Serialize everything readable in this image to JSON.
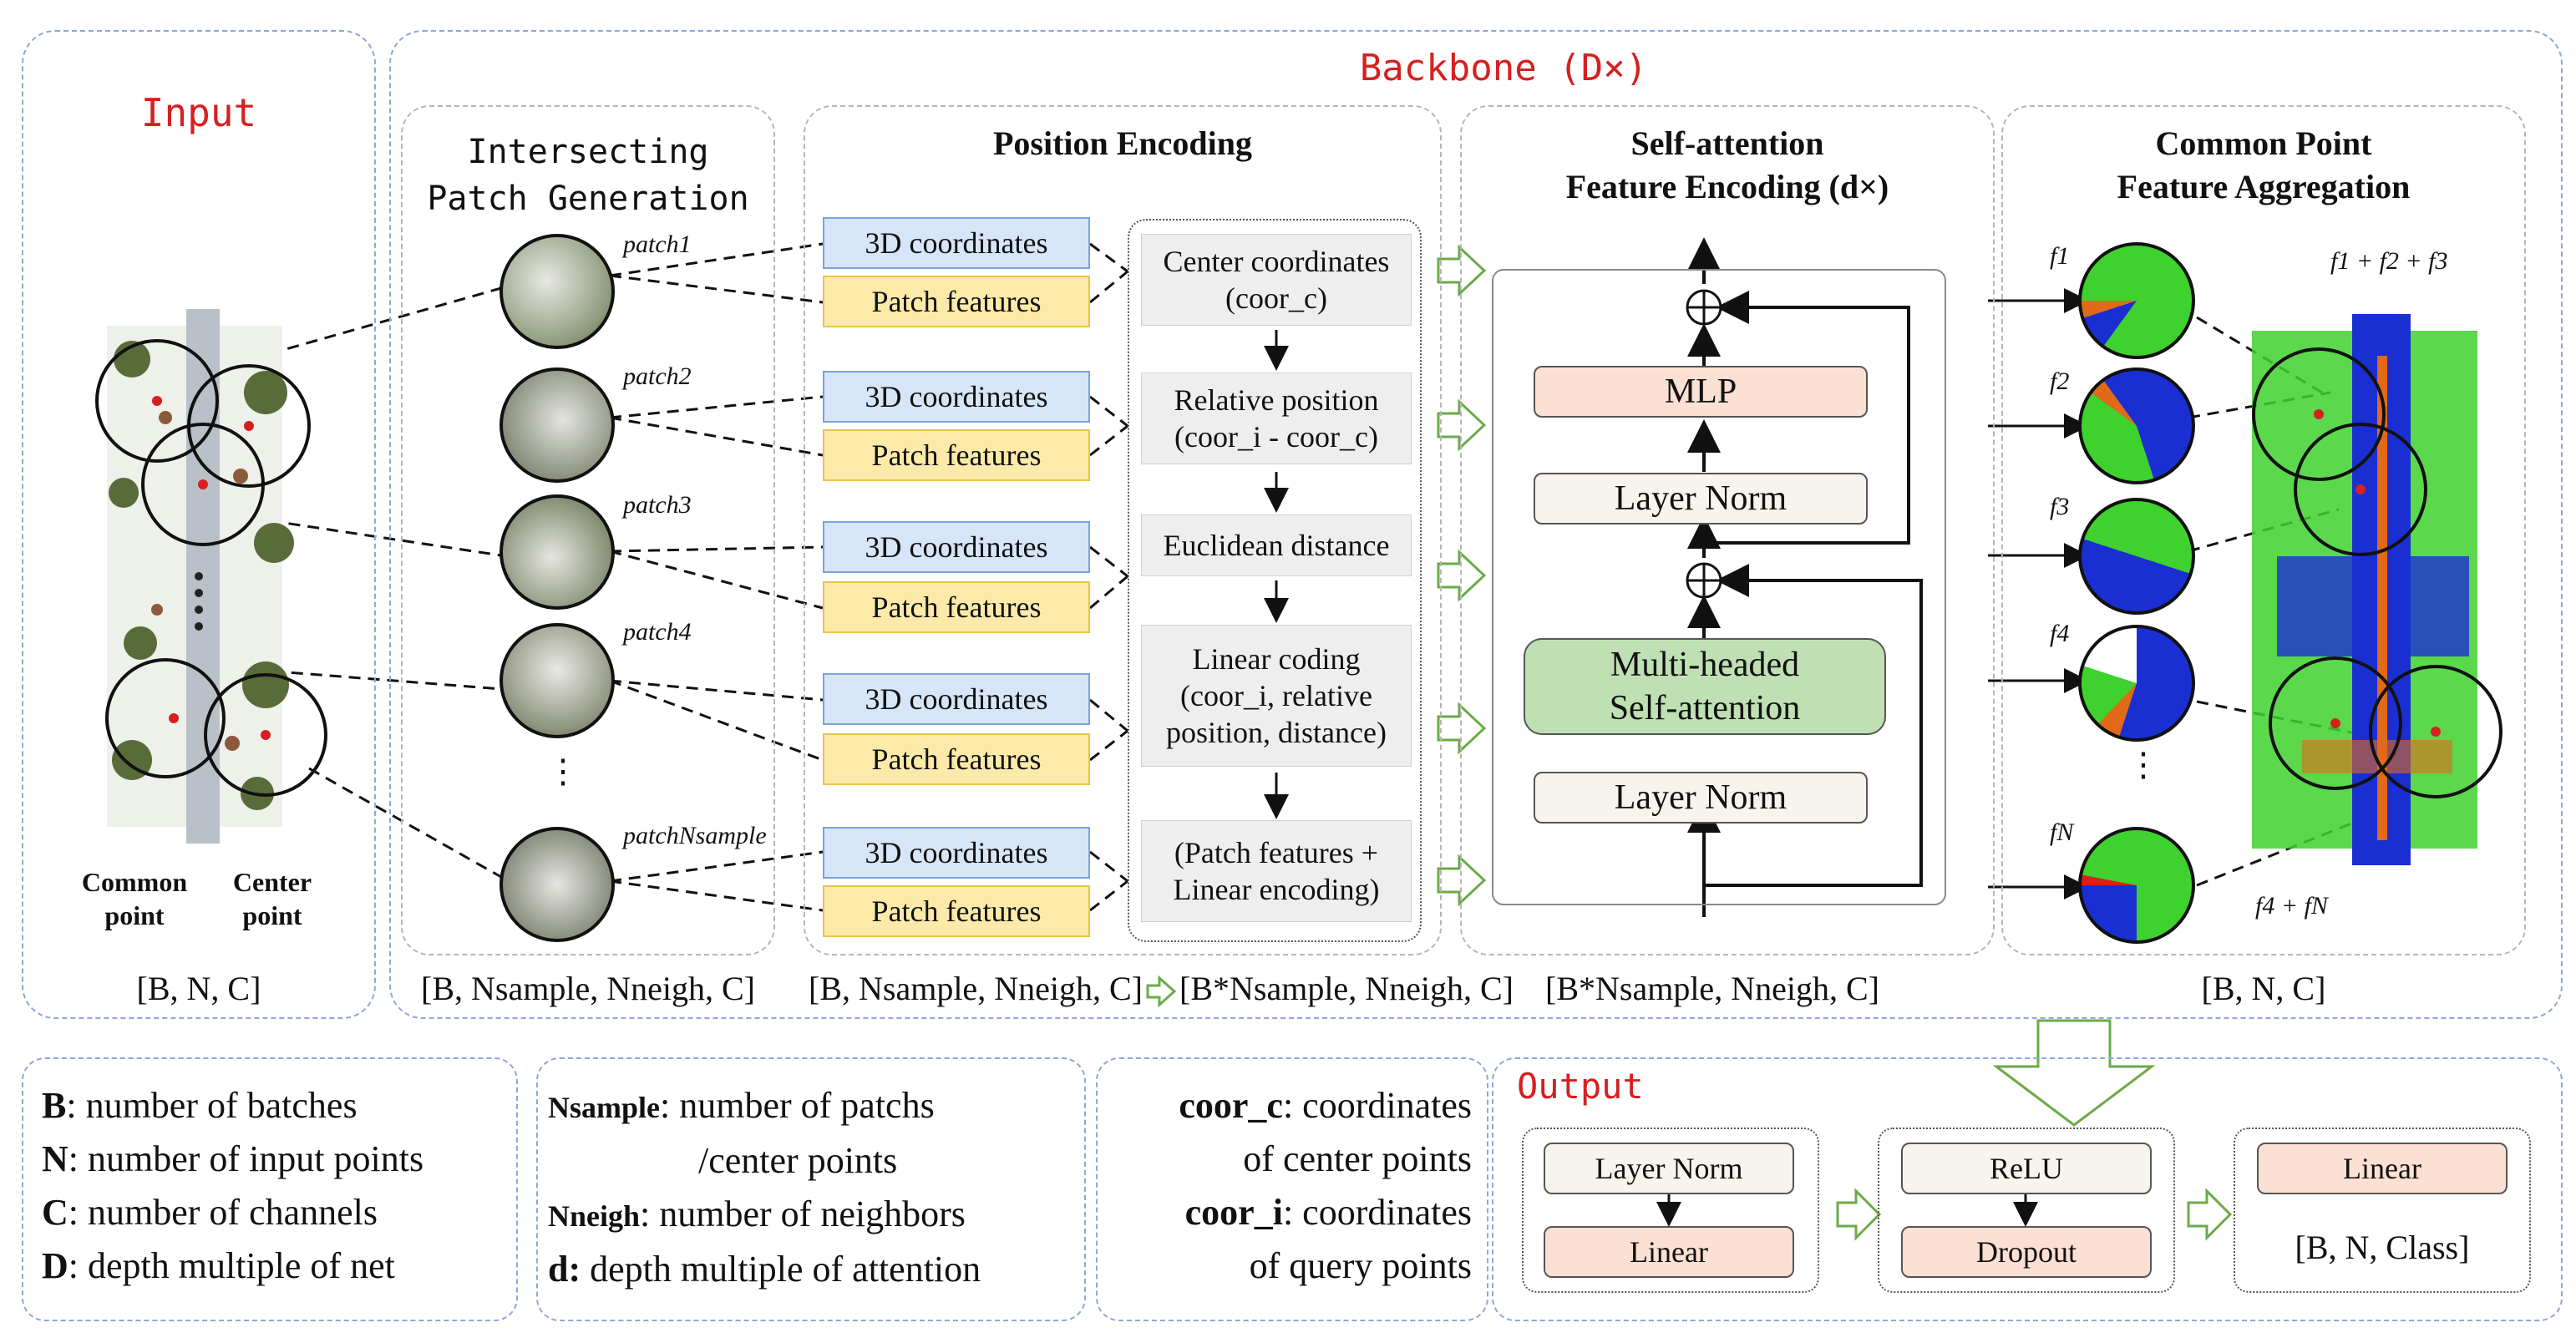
{
  "input": {
    "title": "Input",
    "common_point": "Common\npoint",
    "center_point": "Center\npoint",
    "dim": "[B, N, C]"
  },
  "backbone": {
    "title": "Backbone (D×)"
  },
  "patch_gen": {
    "title": "Intersecting\nPatch Generation",
    "patches": [
      "patch1",
      "patch2",
      "patch3",
      "patch4",
      "patchNsample"
    ],
    "ellipsis": "⋮",
    "dim": "[B, Nsample, Nneigh, C]"
  },
  "pos_enc": {
    "title": "Position Encoding",
    "coord_label": "3D coordinates",
    "feat_label": "Patch features",
    "steps": [
      "Center coordinates\n(coor_c)",
      "Relative position\n(coor_i - coor_c)",
      "Euclidean distance",
      "Linear coding\n(coor_i, relative\nposition, distance)",
      "(Patch features +\nLinear encoding)"
    ],
    "dim_left": "[B, Nsample, Nneigh, C]",
    "dim_right": "[B*Nsample, Nneigh, C]"
  },
  "self_att": {
    "title": "Self-attention\nFeature Encoding (d×)",
    "mlp": "MLP",
    "layer_norm_top": "Layer Norm",
    "mha": "Multi-headed\nSelf-attention",
    "layer_norm_bottom": "Layer Norm",
    "dim": "[B*Nsample, Nneigh, C]"
  },
  "aggregation": {
    "title": "Common Point\nFeature Aggregation",
    "features": [
      "f1",
      "f2",
      "f3",
      "f4",
      "fN"
    ],
    "ellipsis": "⋮",
    "sum_top": "f1 + f2 + f3",
    "sum_bottom": "f4 + fN",
    "dim": "[B, N, C]"
  },
  "legend1": [
    {
      "key": "B",
      "text": ": number of batches"
    },
    {
      "key": "N",
      "text": ": number of input points"
    },
    {
      "key": "C",
      "text": ": number of channels"
    },
    {
      "key": "D",
      "text": ": depth multiple of net"
    }
  ],
  "legend2": [
    {
      "key": "Nsample",
      "text": ":  number of patchs"
    },
    {
      "key": "",
      "text": "/center points"
    },
    {
      "key": "Nneigh",
      "text": ":   number of neighbors"
    },
    {
      "key": "d:",
      "text": " depth multiple of attention"
    }
  ],
  "legend3": [
    {
      "key": "coor_c",
      "text": ": coordinates"
    },
    {
      "key": "",
      "text": "of center points"
    },
    {
      "key": "coor_i",
      "text": ": coordinates"
    },
    {
      "key": "",
      "text": "of query  points"
    }
  ],
  "output": {
    "title": "Output",
    "block1": [
      "Layer Norm",
      "Linear"
    ],
    "block2": [
      "ReLU",
      "Dropout"
    ],
    "block3": "Linear",
    "dim": "[B, N, Class]"
  },
  "colors": {
    "panel_border": "#8fa7d6",
    "red_title": "#d62020",
    "arrow_green": "#6aab48",
    "coord_blue": "#d6e6f8",
    "patch_yellow": "#fdeaa9",
    "mlp_peach": "#fbe0d3",
    "mha_green": "#bfe0b3"
  }
}
